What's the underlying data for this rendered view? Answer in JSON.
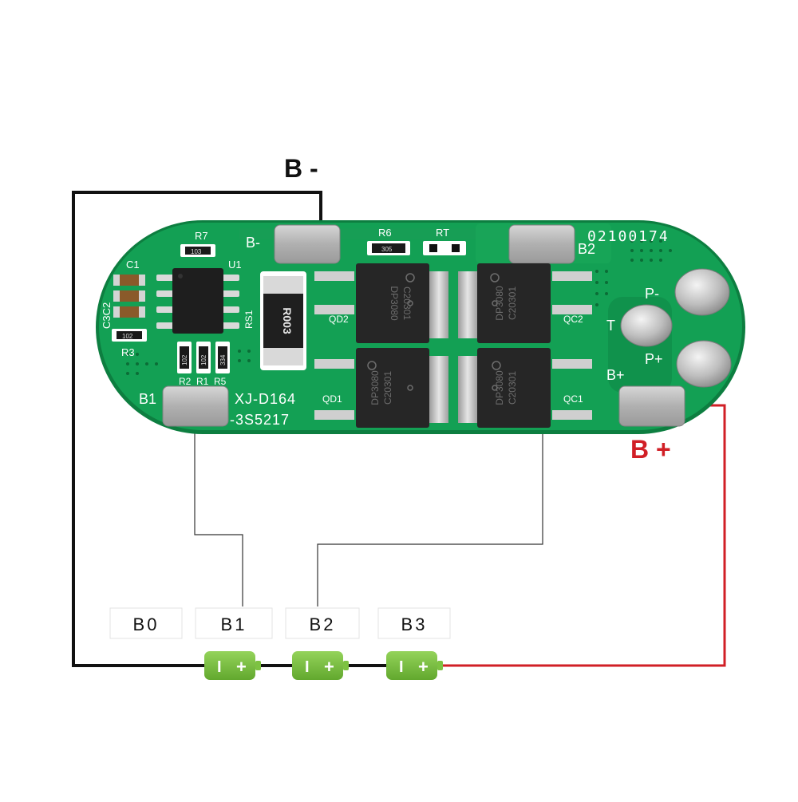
{
  "labels": {
    "b_minus": "B -",
    "b_plus": "B +"
  },
  "board": {
    "serial": "02100174",
    "silk": {
      "r7": "R7",
      "r6": "R6",
      "rt": "RT",
      "u1": "U1",
      "c1": "C1",
      "c3c2": "C3C2",
      "r3": "R3",
      "rs1": "RS1",
      "r2": "R2",
      "r1": "R1",
      "r5": "R5",
      "qd2": "QD2",
      "qd1": "QD1",
      "qc2": "QC2",
      "qc1": "QC1",
      "b_minus_pad": "B-",
      "b1_pad": "B1",
      "b2_pad": "B2",
      "b_plus_pad": "B+",
      "p_minus": "P-",
      "t": "T",
      "p_plus": "P+",
      "model1": "XJ-D164",
      "model2": "-3S5217"
    },
    "components": {
      "r7_code": "103",
      "r6_code": "305",
      "r3_code": "102",
      "r2_code": "102",
      "r1_code": "102",
      "r5_code": "334",
      "shunt": "R003",
      "mosfet_part": "DP3080",
      "mosfet_lot": "C20301"
    }
  },
  "taps": [
    "B0",
    "B1",
    "B2",
    "B3"
  ],
  "cells": [
    {
      "neg": "I",
      "pos": "+"
    },
    {
      "neg": "I",
      "pos": "+"
    },
    {
      "neg": "I",
      "pos": "+"
    }
  ],
  "colors": {
    "pcb": "#13a054",
    "pcb_dark": "#0d7e40",
    "wire_negative": "#111111",
    "wire_positive": "#d11f26",
    "cell": "#7dc242",
    "pad": "#b8b8b8"
  }
}
